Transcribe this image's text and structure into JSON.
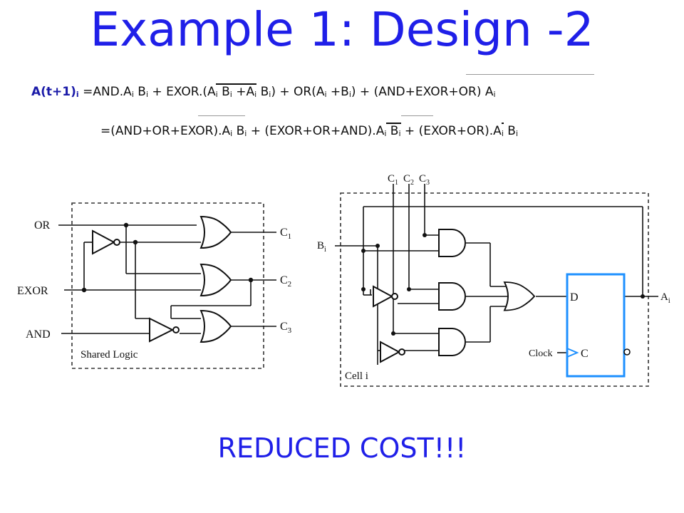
{
  "slide": {
    "title": "Example 1: Design -2",
    "footer": "REDUCED COST!!!"
  },
  "equation": {
    "line1": {
      "lhs": "A(t+1)",
      "lhs_sub": "i",
      "t1": " =AND.A",
      "s1": "i",
      "t2": " B",
      "s2": "i",
      "t3": " + EXOR.(A",
      "s3": "i",
      "t4": " B",
      "s4": "i",
      "t5": " +A",
      "s5": "i",
      "t6": " B",
      "s6": "i",
      "t7": ") + OR(A",
      "s7": "i",
      "t8": " +B",
      "s8": "i",
      "t9": ") + (AND+EXOR+OR) A",
      "s9": "i"
    },
    "line2": {
      "t1": "=(AND+OR+EXOR).A",
      "s1": "i",
      "t2": " B",
      "s2": "i",
      "t3": " + (EXOR+OR+AND).A",
      "s3": "i",
      "t4": " B",
      "s4": "i",
      "t5": " + (EXOR+OR).A",
      "s5": "i",
      "t6": " B",
      "s6": "i"
    }
  },
  "shared_logic": {
    "inputs": [
      "OR",
      "EXOR",
      "AND"
    ],
    "outputs": [
      {
        "base": "C",
        "sub": "1"
      },
      {
        "base": "C",
        "sub": "2"
      },
      {
        "base": "C",
        "sub": "3"
      }
    ],
    "box_label": "Shared Logic"
  },
  "cell": {
    "top_inputs": [
      {
        "base": "C",
        "sub": "1"
      },
      {
        "base": "C",
        "sub": "2"
      },
      {
        "base": "C",
        "sub": "3"
      }
    ],
    "left_input": {
      "base": "B",
      "sub": "i"
    },
    "output": {
      "base": "A",
      "sub": "i"
    },
    "ff_d": "D",
    "ff_c": "C",
    "clock": "Clock",
    "box_label": "Cell i"
  },
  "colors": {
    "title": "#1f1fe8",
    "flipflop": "#1e90ff"
  }
}
